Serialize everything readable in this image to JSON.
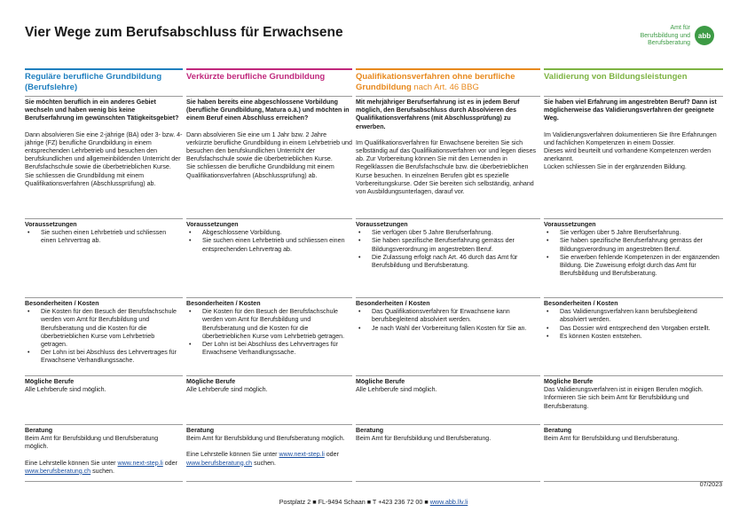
{
  "title": "Vier Wege zum Berufsabschluss für Erwachsene",
  "logo": {
    "text_line1": "Amt für",
    "text_line2": "Berufsbildung und",
    "text_line3": "Berufsberatung",
    "mark": "abb"
  },
  "colors": {
    "blue": "#1f7fbf",
    "magenta": "#c0277c",
    "orange": "#e8891d",
    "green": "#7db342"
  },
  "columns": [
    {
      "heading_a": "Reguläre berufliche Grundbildung",
      "heading_b": "(Berufslehre)",
      "intro": "Sie möchten beruflich in ein anderes Gebiet wechseln und haben wenig bis keine Berufserfahrung im gewünschten Tätigkeitsgebiet?",
      "text1": "Dann absolvieren Sie eine 2-jährige (BA) oder 3- bzw. 4-jährige (FZ) berufliche Grundbildung in einem entsprechenden Lehrbetrieb und besuchen den berufskundlichen und allgemeinbildenden Unterricht der Berufsfachschule sowie die überbetrieblichen Kurse.",
      "text2": "Sie schliessen die Grundbildung mit einem Qualifikationsverfahren (Abschlussprüfung) ab.",
      "req_title": "Voraussetzungen",
      "req": [
        "Sie suchen einen Lehrbetrieb und schliessen einen Lehrvertrag ab."
      ],
      "spec_title": "Besonderheiten / Kosten",
      "spec": [
        "Die Kosten für den Besuch der Berufsfachschule werden vom Amt für Berufsbildung und Berufsberatung und die Kosten für die überbetrieblichen Kurse vom Lehrbetrieb getragen.",
        "Der Lohn ist bei Abschluss des Lehrvertrages für Erwachsene Verhandlungssache."
      ],
      "jobs_title": "Mögliche Berufe",
      "jobs": "Alle Lehrberufe sind möglich.",
      "adv_title": "Beratung",
      "adv": "Beim Amt für Berufsbildung und Berufsberatung möglich.",
      "adv2_a": "Eine Lehrstelle können Sie unter ",
      "adv2_link1": "www.next-step.li",
      "adv2_b": " oder ",
      "adv2_link2": "www.berufsberatung.ch",
      "adv2_c": " suchen."
    },
    {
      "heading_a": "Verkürzte berufliche Grundbildung",
      "intro": "Sie haben bereits eine abgeschlossene Vorbildung (berufliche Grundbildung, Matura o.ä.) und möchten in einem Beruf einen Abschluss erreichen?",
      "text1": "Dann absolvieren Sie eine um 1 Jahr bzw. 2 Jahre verkürzte berufliche Grundbildung in einem Lehrbetrieb und besuchen den berufskundlichen Unterricht der Berufsfachschule sowie die überbetrieblichen Kurse.",
      "text2": "Sie schliessen die berufliche Grundbildung mit einem Qualifikationsverfahren (Abschlussprüfung) ab.",
      "req_title": "Voraussetzungen",
      "req": [
        "Abgeschlossene Vorbildung.",
        "Sie suchen einen Lehrbetrieb und schliessen einen entsprechenden Lehrvertrag ab."
      ],
      "spec_title": "Besonderheiten / Kosten",
      "spec": [
        "Die Kosten für den Besuch der Berufsfachschule werden vom Amt für Berufsbildung und Berufsberatung und die Kosten für die überbetrieblichen Kurse vom Lehrbetrieb getragen.",
        "Der Lohn ist bei Abschluss des Lehrvertrages für Erwachsene Verhandlungssache."
      ],
      "jobs_title": "Mögliche Berufe",
      "jobs": "Alle Lehrberufe sind möglich.",
      "adv_title": "Beratung",
      "adv": "Beim Amt für Berufsbildung und Berufsberatung möglich.",
      "adv2_a": "Eine Lehrstelle können Sie unter ",
      "adv2_link1": "www.next-step.li",
      "adv2_b": " oder ",
      "adv2_link2": "www.berufsberatung.ch",
      "adv2_c": " suchen."
    },
    {
      "heading_a": "Qualifikationsverfahren ohne berufliche Grundbildung",
      "heading_suffix": " nach Art. 46 BBG",
      "intro": "Mit mehrjähriger Berufserfahrung ist es in jedem Beruf möglich, den Berufsabschluss durch Absolvieren des Qualifikationsverfahrens (mit Abschlussprüfung) zu erwerben.",
      "text1": "Im Qualifikationsverfahren für Erwachsene bereiten Sie sich selbständig auf das Qualifikationsverfahren vor und legen dieses ab. Zur Vorbereitung können Sie mit den Lernenden in Regelklassen die Berufsfachschule bzw. die überbetrieblichen Kurse besuchen. In einzelnen Berufen gibt es spezielle Vorbereitungskurse. Oder Sie bereiten sich selbständig, anhand von Ausbildungsunterlagen, darauf vor.",
      "req_title": "Voraussetzungen",
      "req": [
        "Sie verfügen über 5 Jahre Berufserfahrung.",
        "Sie haben spezifische Berufserfahrung gemäss der Bildungsverordnung im angestrebten Beruf.",
        "Die Zulassung erfolgt nach Art. 46 durch das Amt für Berufsbildung und Berufsberatung."
      ],
      "spec_title": "Besonderheiten / Kosten",
      "spec": [
        "Das Qualifikationsverfahren für Erwachsene kann berufsbegleitend absolviert werden.",
        "Je nach Wahl der Vorbereitung fallen Kosten für Sie an."
      ],
      "jobs_title": "Mögliche Berufe",
      "jobs": "Alle Lehrberufe sind möglich.",
      "adv_title": "Beratung",
      "adv": "Beim Amt für Berufsbildung und Berufsberatung."
    },
    {
      "heading_a": "Validierung von Bildungsleistungen",
      "intro": "Sie haben viel Erfahrung im angestrebten Beruf? Dann ist möglicherweise das Validierungsverfahren der geeignete Weg.",
      "text1": "Im Validierungsverfahren dokumentieren Sie Ihre Erfahrungen und fachlichen Kompetenzen in einem Dossier.",
      "text2": "Dieses wird beurteilt und vorhandene Kompetenzen werden anerkannt.",
      "text3": "Lücken schliessen Sie in der ergänzenden Bildung.",
      "req_title": "Voraussetzungen",
      "req": [
        "Sie verfügen über 5 Jahre Berufserfahrung.",
        "Sie haben spezifische Berufserfahrung gemäss der Bildungsverordnung im angestrebten Beruf.",
        "Sie erwerben fehlende Kompetenzen in der ergänzenden Bildung. Die Zuweisung erfolgt durch das Amt für Berufsbildung und Berufsberatung."
      ],
      "spec_title": "Besonderheiten / Kosten",
      "spec": [
        "Das Validierungsverfahren kann berufsbegleitend absolviert werden.",
        "Das Dossier wird entsprechend den Vorgaben erstellt.",
        "Es können Kosten entstehen."
      ],
      "jobs_title": "Mögliche Berufe",
      "jobs": "Das Validierungsverfahren ist in einigen Berufen möglich.",
      "jobs2": "Informieren Sie sich beim Amt für Berufsbildung und Berufsberatung.",
      "adv_title": "Beratung",
      "adv": "Beim Amt für Berufsbildung und Berufsberatung."
    }
  ],
  "date": "07/2023",
  "footer": {
    "address": "Postplatz 2 ■ FL-9494 Schaan ■ T +423 236 72 00 ■ ",
    "web": "www.abb.llv.li"
  }
}
